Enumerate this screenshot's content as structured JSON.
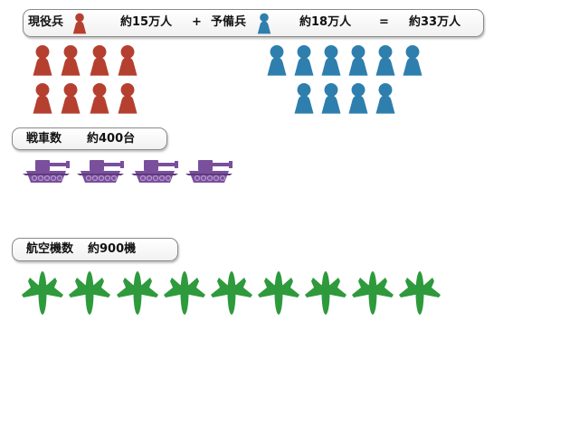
{
  "troops_bar": {
    "active_label": "現役兵",
    "active_value": "約15万人",
    "plus": "+",
    "reserve_label": "予備兵",
    "reserve_value": "約18万人",
    "equals": "=",
    "total_value": "約33万人"
  },
  "tanks_box": {
    "label": "戦車数",
    "value": "約400台"
  },
  "aircraft_box": {
    "label": "航空機数",
    "value": "約900機"
  },
  "icon_counts": {
    "active_soldiers": 8,
    "reserve_soldiers": 10,
    "tanks": 4,
    "aircraft": 9
  },
  "colors": {
    "active": "#b5402f",
    "reserve": "#2e7fad",
    "tank": "#7a4f9c",
    "aircraft": "#2e9a3c"
  }
}
